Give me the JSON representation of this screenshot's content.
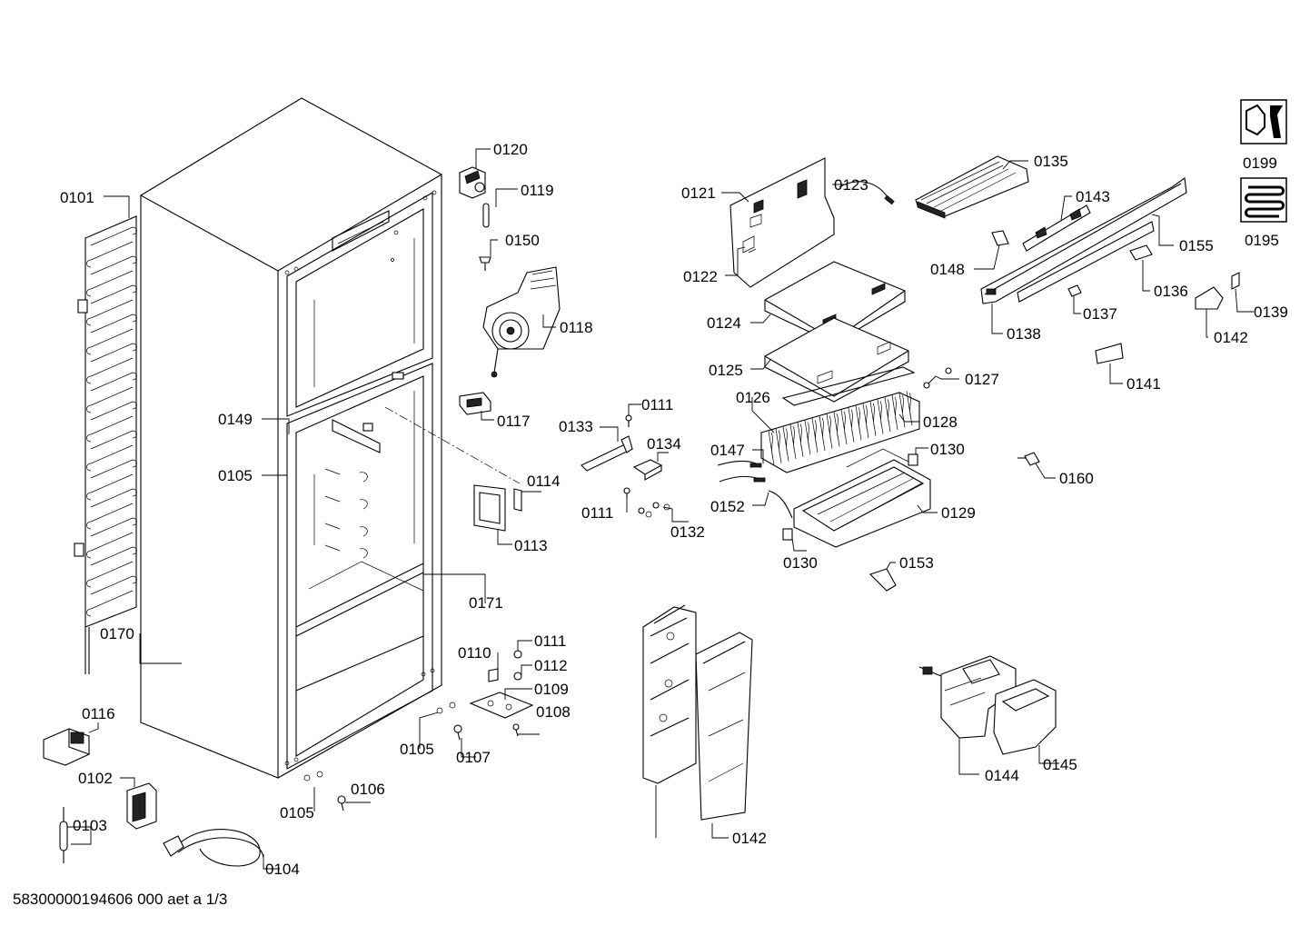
{
  "footer": "58300000194606 000 aet a 1/3",
  "labels": [
    {
      "id": "p0101",
      "text": "0101"
    },
    {
      "id": "p0120",
      "text": "0120"
    },
    {
      "id": "p0119",
      "text": "0119"
    },
    {
      "id": "p0150",
      "text": "0150"
    },
    {
      "id": "p0118",
      "text": "0118"
    },
    {
      "id": "p0117",
      "text": "0117"
    },
    {
      "id": "p0149",
      "text": "0149"
    },
    {
      "id": "p0105a",
      "text": "0105"
    },
    {
      "id": "p0114",
      "text": "0114"
    },
    {
      "id": "p0113",
      "text": "0113"
    },
    {
      "id": "p0171",
      "text": "0171"
    },
    {
      "id": "p0170",
      "text": "0170"
    },
    {
      "id": "p0116",
      "text": "0116"
    },
    {
      "id": "p0102",
      "text": "0102"
    },
    {
      "id": "p0103",
      "text": "0103"
    },
    {
      "id": "p0104",
      "text": "0104"
    },
    {
      "id": "p0105c",
      "text": "0105"
    },
    {
      "id": "p0106",
      "text": "0106"
    },
    {
      "id": "p0105b",
      "text": "0105"
    },
    {
      "id": "p0107",
      "text": "0107"
    },
    {
      "id": "p0110",
      "text": "0110"
    },
    {
      "id": "p0111c",
      "text": "0111"
    },
    {
      "id": "p0112",
      "text": "0112"
    },
    {
      "id": "p0109",
      "text": "0109"
    },
    {
      "id": "p0108",
      "text": "0108"
    },
    {
      "id": "p0111a",
      "text": "0111"
    },
    {
      "id": "p0133",
      "text": "0133"
    },
    {
      "id": "p0134",
      "text": "0134"
    },
    {
      "id": "p0111b",
      "text": "0111"
    },
    {
      "id": "p0132",
      "text": "0132"
    },
    {
      "id": "p0121",
      "text": "0121"
    },
    {
      "id": "p0122",
      "text": "0122"
    },
    {
      "id": "p0123",
      "text": "0123"
    },
    {
      "id": "p0124",
      "text": "0124"
    },
    {
      "id": "p0125",
      "text": "0125"
    },
    {
      "id": "p0126",
      "text": "0126"
    },
    {
      "id": "p0127",
      "text": "0127"
    },
    {
      "id": "p0128",
      "text": "0128"
    },
    {
      "id": "p0147",
      "text": "0147"
    },
    {
      "id": "p0152",
      "text": "0152"
    },
    {
      "id": "p0130a",
      "text": "0130"
    },
    {
      "id": "p0129",
      "text": "0129"
    },
    {
      "id": "p0130b",
      "text": "0130"
    },
    {
      "id": "p0153",
      "text": "0153"
    },
    {
      "id": "p0135",
      "text": "0135"
    },
    {
      "id": "p0143",
      "text": "0143"
    },
    {
      "id": "p0148",
      "text": "0148"
    },
    {
      "id": "p0155",
      "text": "0155"
    },
    {
      "id": "p0136",
      "text": "0136"
    },
    {
      "id": "p0137",
      "text": "0137"
    },
    {
      "id": "p0138",
      "text": "0138"
    },
    {
      "id": "p0139",
      "text": "0139"
    },
    {
      "id": "p0142a",
      "text": "0142"
    },
    {
      "id": "p0141",
      "text": "0141"
    },
    {
      "id": "p0160",
      "text": "0160"
    },
    {
      "id": "p0142b",
      "text": "0142"
    },
    {
      "id": "p0144",
      "text": "0144"
    },
    {
      "id": "p0145",
      "text": "0145"
    },
    {
      "id": "p0199",
      "text": "0199"
    },
    {
      "id": "p0195",
      "text": "0195"
    }
  ]
}
